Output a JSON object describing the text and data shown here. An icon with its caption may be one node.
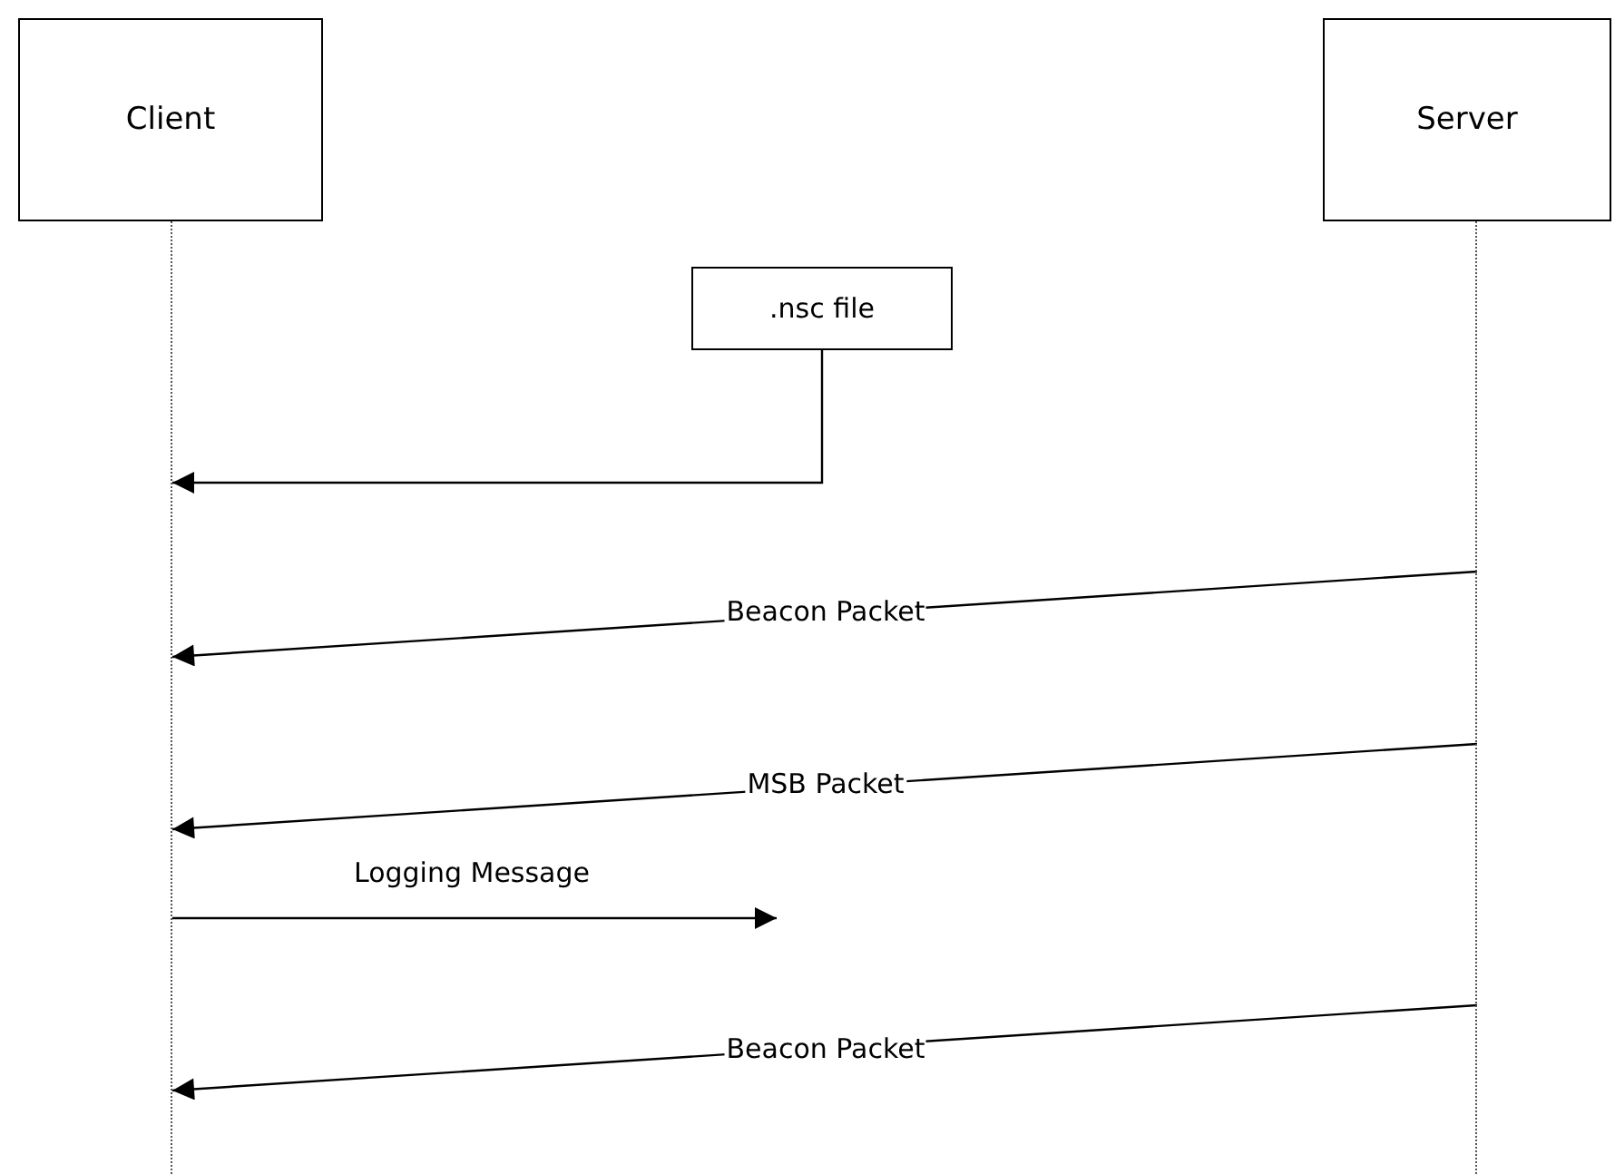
{
  "diagram": {
    "nodes": [
      {
        "text": [
          "Client"
        ]
      },
      {
        "text": [
          "Server"
        ]
      },
      {
        "text": [
          ".nsc file"
        ]
      },
      {
        "text": [],
        "shape": "line"
      },
      {
        "text": [],
        "shape": "line"
      }
    ],
    "edges": [
      {
        "from": 2,
        "to": 3,
        "arrow": "to"
      },
      {
        "from": 4,
        "to": 3,
        "arrow": "to",
        "label": "Beacon Packet"
      },
      {
        "from": 4,
        "to": 3,
        "arrow": "to",
        "label": "MSB Packet"
      },
      {
        "from": 3,
        "to": null,
        "arrow": "to",
        "label": "Logging Message"
      },
      {
        "from": 4,
        "to": 3,
        "arrow": "to",
        "label": "Beacon Packet"
      }
    ]
  }
}
